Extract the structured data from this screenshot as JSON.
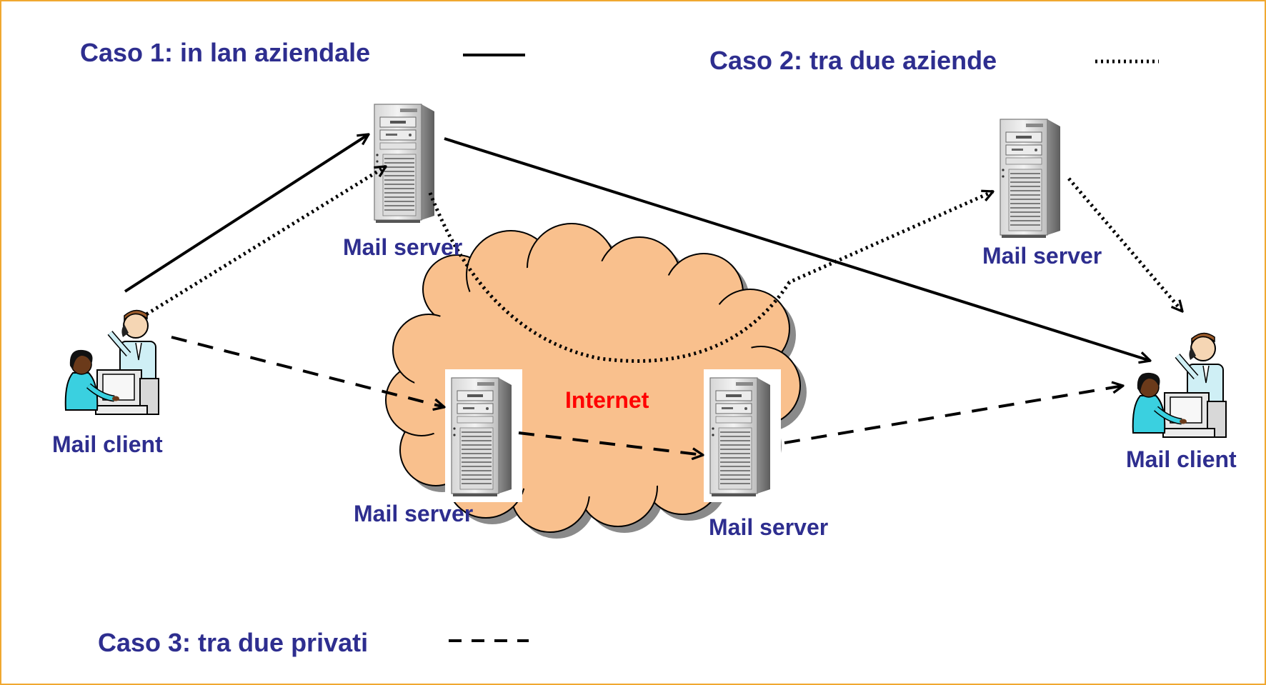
{
  "legend": {
    "case1": "Caso 1: in lan aziendale",
    "case2": "Caso 2: tra due aziende",
    "case3": "Caso 3: tra due privati"
  },
  "cloud_label": "Internet",
  "nodes": {
    "client_left": "Mail client",
    "client_right": "Mail client",
    "server_top_left": "Mail server",
    "server_top_right": "Mail server",
    "server_cloud_left": "Mail server",
    "server_cloud_right": "Mail server"
  },
  "colors": {
    "frame": "#f0a830",
    "label": "#2e2e8f",
    "internet_label": "#ff0000",
    "cloud_fill": "#f9c08d",
    "cloud_shadow": "#8a8a8a"
  },
  "icons": [
    "server-icon",
    "user-workstation-icon",
    "internet-cloud-icon",
    "arrow-icon"
  ]
}
